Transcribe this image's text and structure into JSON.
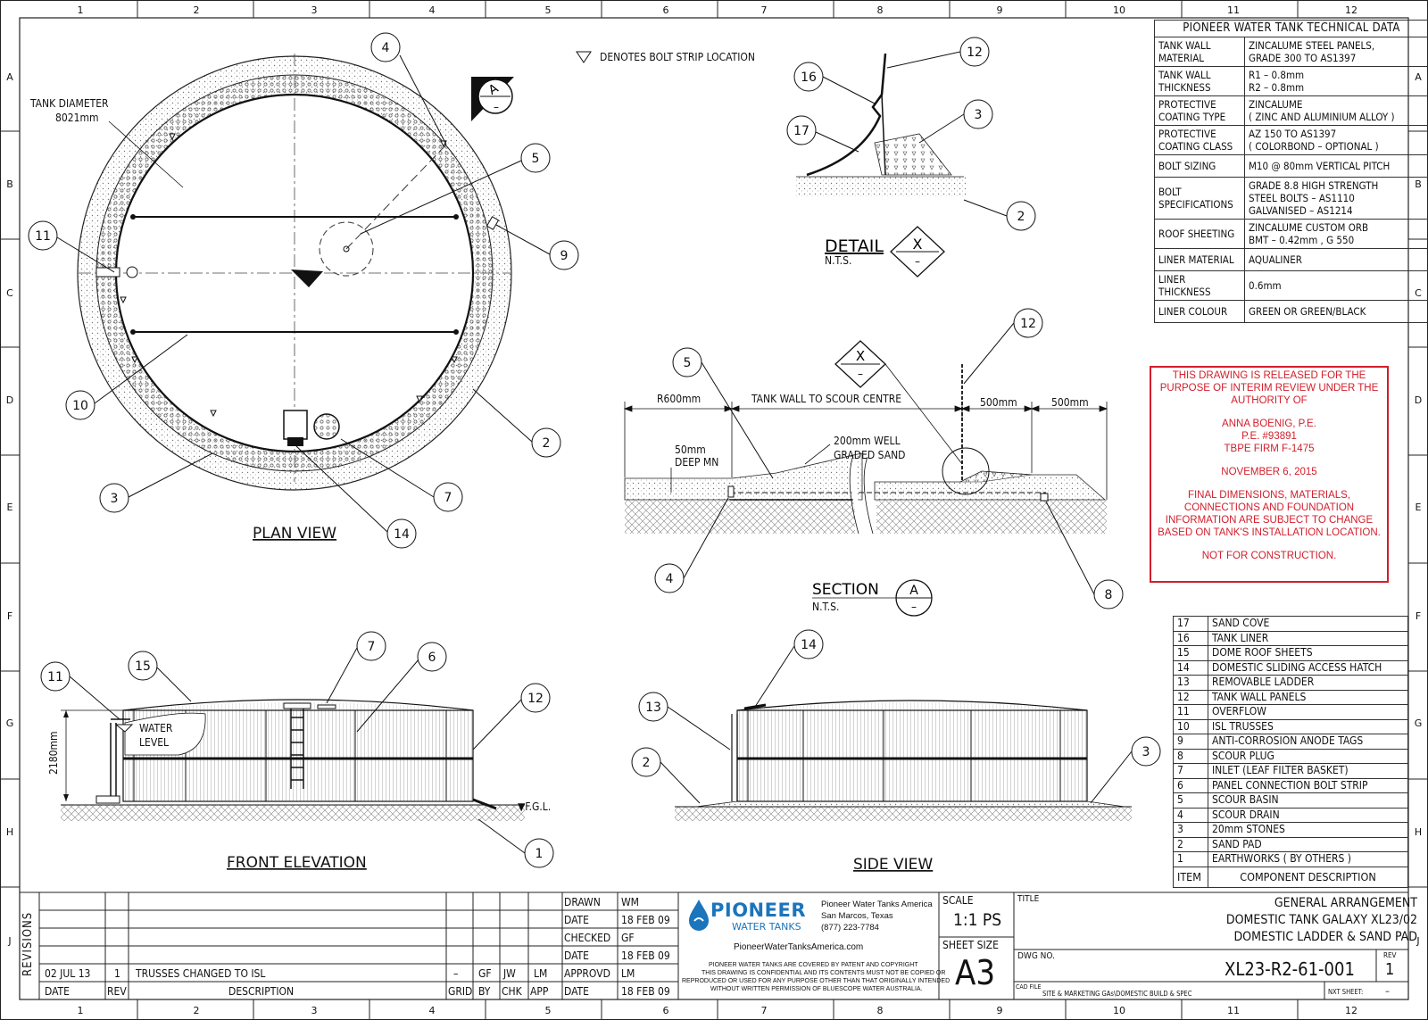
{
  "grid": {
    "cols": [
      "1",
      "2",
      "3",
      "4",
      "5",
      "6",
      "7",
      "8",
      "9",
      "10",
      "11",
      "12"
    ],
    "rows": [
      "A",
      "B",
      "C",
      "D",
      "E",
      "F",
      "G",
      "H",
      "J"
    ]
  },
  "legend_note": "DENOTES BOLT STRIP LOCATION",
  "plan": {
    "title": "PLAN VIEW",
    "diameter_label": "TANK DIAMETER",
    "diameter_value": "8021mm",
    "section_marker": "A",
    "section_sub": "–"
  },
  "detail": {
    "title": "DETAIL",
    "marker": "X",
    "sub": "–",
    "nts": "N.T.S."
  },
  "section": {
    "title": "SECTION",
    "marker": "A",
    "sub": "–",
    "nts": "N.T.S.",
    "dim_r600": "R600mm",
    "dim_tank_wall": "TANK WALL TO SCOUR CENTRE",
    "dim_500a": "500mm",
    "dim_500b": "500mm",
    "deep_1": "50mm",
    "deep_2": "DEEP MN",
    "sand_1": "200mm WELL",
    "sand_2": "GRADED SAND"
  },
  "front": {
    "title": "FRONT ELEVATION",
    "height": "2180mm",
    "water_1": "WATER",
    "water_2": "LEVEL",
    "fgl": "▼F.G.L."
  },
  "side": {
    "title": "SIDE VIEW"
  },
  "balloons": {
    "plan": [
      "4",
      "5",
      "9",
      "11",
      "10",
      "2",
      "3",
      "7",
      "14"
    ],
    "detail": [
      "16",
      "12",
      "3",
      "17",
      "2"
    ],
    "section": [
      "5",
      "12",
      "4",
      "8"
    ],
    "front": [
      "7",
      "6",
      "15",
      "11",
      "12",
      "1"
    ],
    "side": [
      "14",
      "13",
      "2",
      "3"
    ]
  },
  "tech": {
    "title": "PIONEER WATER TANK TECHNICAL DATA",
    "rows": [
      {
        "k1": "TANK WALL",
        "k2": "MATERIAL",
        "v1": "ZINCALUME STEEL PANELS,",
        "v2": "GRADE 300  TO AS1397",
        "v3": ""
      },
      {
        "k1": "TANK WALL",
        "k2": "THICKNESS",
        "v1": "R1 – 0.8mm",
        "v2": "R2 – 0.8mm",
        "v3": ""
      },
      {
        "k1": "PROTECTIVE",
        "k2": "COATING TYPE",
        "v1": "ZINCALUME",
        "v2": "( ZINC AND ALUMINIUM ALLOY )",
        "v3": ""
      },
      {
        "k1": "PROTECTIVE",
        "k2": "COATING CLASS",
        "v1": "AZ 150 TO AS1397",
        "v2": "( COLORBOND – OPTIONAL )",
        "v3": ""
      },
      {
        "k1": "BOLT SIZING",
        "k2": "",
        "v1": "M10 @ 80mm VERTICAL PITCH",
        "v2": "",
        "v3": ""
      },
      {
        "k1": "BOLT",
        "k2": "SPECIFICATIONS",
        "v1": "GRADE 8.8 HIGH STRENGTH",
        "v2": "STEEL BOLTS – AS1110",
        "v3": "GALVANISED – AS1214"
      },
      {
        "k1": "ROOF SHEETING",
        "k2": "",
        "v1": "ZINCALUME CUSTOM ORB",
        "v2": "BMT – 0.42mm , G 550",
        "v3": ""
      },
      {
        "k1": "LINER MATERIAL",
        "k2": "",
        "v1": "AQUALINER",
        "v2": "",
        "v3": ""
      },
      {
        "k1": "LINER THICKNESS",
        "k2": "",
        "v1": "0.6mm",
        "v2": "",
        "v3": ""
      },
      {
        "k1": "LINER COLOUR",
        "k2": "",
        "v1": "GREEN OR GREEN/BLACK",
        "v2": "",
        "v3": ""
      }
    ]
  },
  "notice": {
    "p1": "THIS DRAWING IS RELEASED FOR THE PURPOSE OF INTERIM REVIEW UNDER THE AUTHORITY OF",
    "name": "ANNA BOENIG, P.E.",
    "pe": "P.E. #93891",
    "firm": "TBPE FIRM F-1475",
    "date": "NOVEMBER 6, 2015",
    "p2": "FINAL DIMENSIONS, MATERIALS, CONNECTIONS AND FOUNDATION INFORMATION ARE SUBJECT TO CHANGE BASED ON TANK'S INSTALLATION LOCATION.",
    "p3": "NOT FOR CONSTRUCTION."
  },
  "components": {
    "items": [
      {
        "n": "17",
        "d": "SAND COVE"
      },
      {
        "n": "16",
        "d": "TANK LINER"
      },
      {
        "n": "15",
        "d": "DOME ROOF SHEETS"
      },
      {
        "n": "14",
        "d": "DOMESTIC SLIDING ACCESS HATCH"
      },
      {
        "n": "13",
        "d": "REMOVABLE LADDER"
      },
      {
        "n": "12",
        "d": "TANK WALL PANELS"
      },
      {
        "n": "11",
        "d": "OVERFLOW"
      },
      {
        "n": "10",
        "d": "ISL TRUSSES"
      },
      {
        "n": "9",
        "d": "ANTI-CORROSION ANODE TAGS"
      },
      {
        "n": "8",
        "d": "SCOUR PLUG"
      },
      {
        "n": "7",
        "d": "INLET (LEAF FILTER BASKET)"
      },
      {
        "n": "6",
        "d": "PANEL CONNECTION BOLT STRIP"
      },
      {
        "n": "5",
        "d": "SCOUR BASIN"
      },
      {
        "n": "4",
        "d": "SCOUR DRAIN"
      },
      {
        "n": "3",
        "d": "20mm STONES"
      },
      {
        "n": "2",
        "d": "SAND PAD"
      },
      {
        "n": "1",
        "d": "EARTHWORKS ( BY OTHERS )"
      }
    ],
    "head_item": "ITEM",
    "head_desc": "COMPONENT DESCRIPTION"
  },
  "titleblock": {
    "revisions": "REVISIONS",
    "rev_row": {
      "date": "02 JUL 13",
      "rev": "1",
      "desc": "TRUSSES CHANGED TO ISL",
      "grid": "–",
      "by": "GF",
      "chk": "JW",
      "app": "LM"
    },
    "head": {
      "date": "DATE",
      "rev": "REV",
      "desc": "DESCRIPTION",
      "grid": "GRID",
      "by": "BY",
      "chk": "CHK",
      "app": "APP"
    },
    "drawn_k": "DRAWN",
    "drawn_v": "WM",
    "date1_k": "DATE",
    "date1_v": "18 FEB 09",
    "checked_k": "CHECKED",
    "checked_v": "GF",
    "date2_k": "DATE",
    "date2_v": "18 FEB 09",
    "approvd_k": "APPROVD",
    "approvd_v": "LM",
    "date3_k": "DATE",
    "date3_v": "18 FEB 09",
    "logo_main": "PIONEER",
    "logo_sub": "WATER TANKS",
    "company": "Pioneer Water Tanks America",
    "city": "San Marcos, Texas",
    "phone": "(877) 223-7784",
    "website": "PioneerWaterTanksAmerica.com",
    "copyright_1": "PIONEER WATER TANKS  ARE COVERED BY PATENT AND COPYRIGHT",
    "copyright_2": "THIS DRAWING IS CONFIDENTIAL  AND ITS CONTENTS MUST NOT BE COPIED OR",
    "copyright_3": "REPRODUCED OR USED FOR ANY PURPOSE OTHER THAN THAT ORIGINALLY INTENDED",
    "copyright_4": "WITHOUT WRITTEN PERMISSION OF BLUESCOPE WATER AUSTRALIA.",
    "scale_k": "SCALE",
    "scale_v": "1:1 PS",
    "sheet_k": "SHEET SIZE",
    "sheet_v": "A3",
    "title_k": "TITLE",
    "title_1": "GENERAL ARRANGEMENT",
    "title_2": "DOMESTIC TANK GALAXY XL23/02",
    "title_3": "DOMESTIC LADDER & SAND PAD",
    "dwg_k": "DWG NO.",
    "dwg_v": "XL23-R2-61-001",
    "rev_k": "REV",
    "rev_v": "1",
    "cad_k": "CAD FILE",
    "cad_v": "SITE & MARKETING GAs\\DOMESTIC BUILD & SPEC",
    "nxt_k": "NXT SHEET:",
    "nxt_v": "–"
  },
  "colors": {
    "red": "#d21e2b",
    "blue": "#1b75bc",
    "ink": "#111111"
  }
}
